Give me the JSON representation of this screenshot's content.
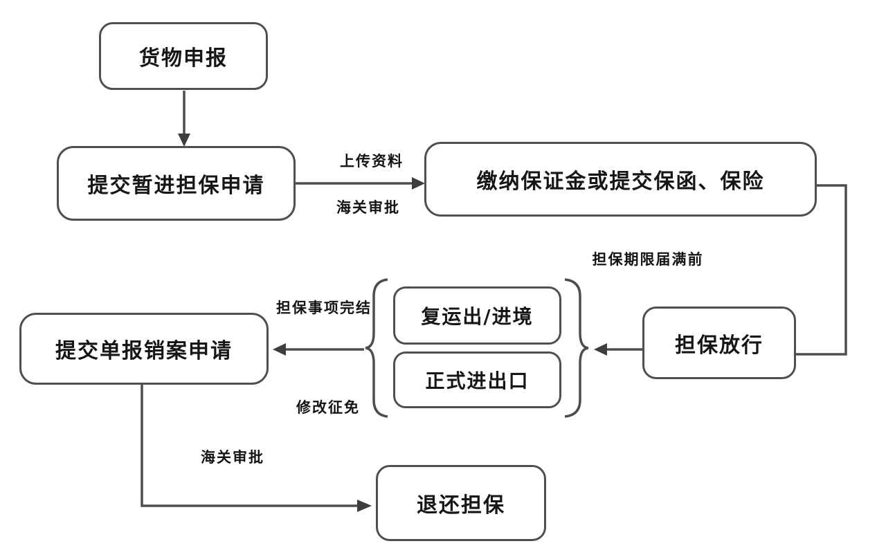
{
  "diagram": {
    "nodes": {
      "cargo_declaration": "货物申报",
      "submit_temp_guarantee": "提交暂进担保申请",
      "pay_deposit_or_letter": "缴纳保证金或提交保函、保险",
      "re_export_entry": "复运出/进境",
      "formal_import_export": "正式进出口",
      "guarantee_release": "担保放行",
      "submit_case_closure": "提交单报销案申请",
      "return_guarantee": "退还担保"
    },
    "edge_labels": {
      "upload_materials": "上传资料",
      "customs_approval_top": "海关审批",
      "before_guarantee_expiry": "担保期限届满前",
      "guarantee_matters_completed": "担保事项完结",
      "modify_levy_exemption": "修改征免",
      "customs_approval_bottom": "海关审批"
    },
    "colors": {
      "line": "#4d4d4d",
      "arrowhead": "#3d3d3d",
      "text": "#161616",
      "background": "#ffffff"
    }
  }
}
